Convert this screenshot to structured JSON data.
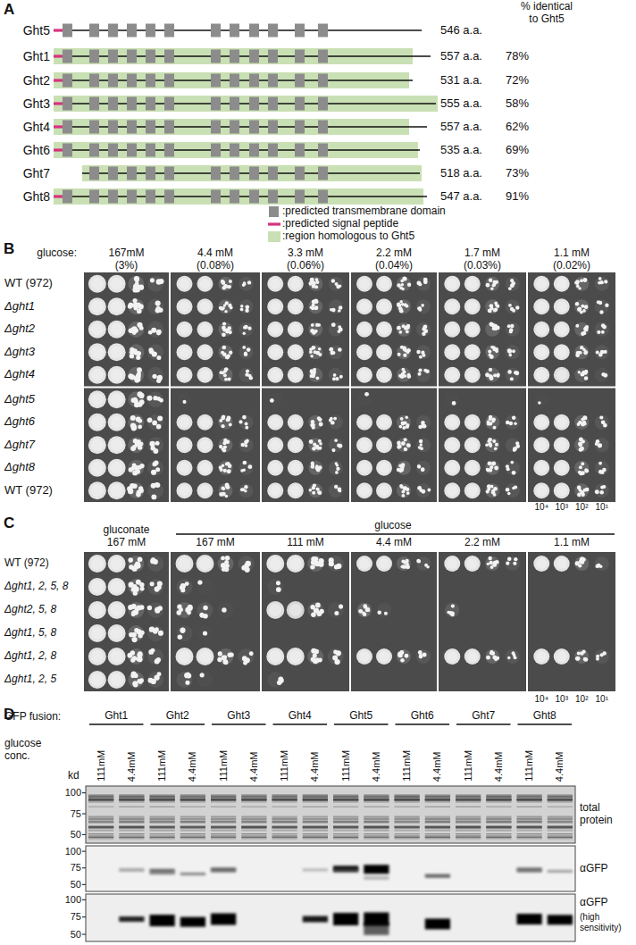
{
  "diagram": {
    "labels": [
      "A",
      "% identical",
      "to Ght5",
      "Ght5",
      "546 a.a.",
      "Ght1",
      "557 a.a.",
      "78%",
      "Ght2",
      "531 a.a.",
      "72%",
      "Ght3",
      "555 a.a.",
      "58%",
      "Ght4",
      "557 a.a.",
      "62%",
      "Ght6",
      "535 a.a.",
      "69%",
      "Ght7",
      "518 a.a.",
      "73%",
      "Ght8",
      "547 a.a.",
      "91%",
      "B",
      "glucose:",
      "167mM",
      "(3%)",
      "4.4 mM",
      "(0.08%)",
      "3.3 mM",
      "(0.06%)",
      "2.2 mM",
      "(0.04%)",
      "1.7 mM",
      "(0.03%)",
      "1.1 mM",
      "(0.02%)",
      "WT (972)",
      "Δght1",
      "Δght2",
      "Δght3",
      "Δght4",
      "Δght5",
      "Δght6",
      "Δght7",
      "Δght8",
      "WT (972)",
      "10⁴",
      "10³",
      "10²",
      "10¹",
      "C",
      "gluconate",
      "167 mM",
      "glucose",
      "167 mM",
      "111 mM",
      "4.4 mM",
      "2.2 mM",
      "1.1 mM",
      "WT (972)",
      "Δght1, 2, 5, 8",
      "Δght2, 5, 8",
      "Δght1, 5, 8",
      "Δght1, 2, 8",
      "Δght1, 2, 5",
      "10⁴",
      "10³",
      "10²",
      "10¹",
      "D",
      "GFP fusion:",
      "Ght1",
      "Ght2",
      "Ght3",
      "Ght4",
      "Ght5",
      "Ght6",
      "Ght7",
      "Ght8",
      "glucose",
      "conc.",
      "111mM",
      "4.4mM",
      "111mM",
      "4.4mM",
      "111mM",
      "4.4mM",
      "111mM",
      "4.4mM",
      "111mM",
      "4.4mM",
      "111mM",
      "4.4mM",
      "111mM",
      "4.4mM",
      "111mM",
      "4.4mM",
      "kd",
      "100",
      "75",
      "50",
      "100",
      "75",
      "50",
      "100",
      "75",
      "50",
      "total protein",
      "αGFP",
      "αGFP",
      "(high sensitivity)"
    ],
    "legend": [
      {
        "text": ":predicted transmembrane domain",
        "color": "#8c8c8c"
      },
      {
        "text": ":predicted signal peptide",
        "color": "#d6337f"
      },
      {
        "text": ":region homologous to Ght5",
        "color": "#c9e0b4"
      }
    ]
  }
}
